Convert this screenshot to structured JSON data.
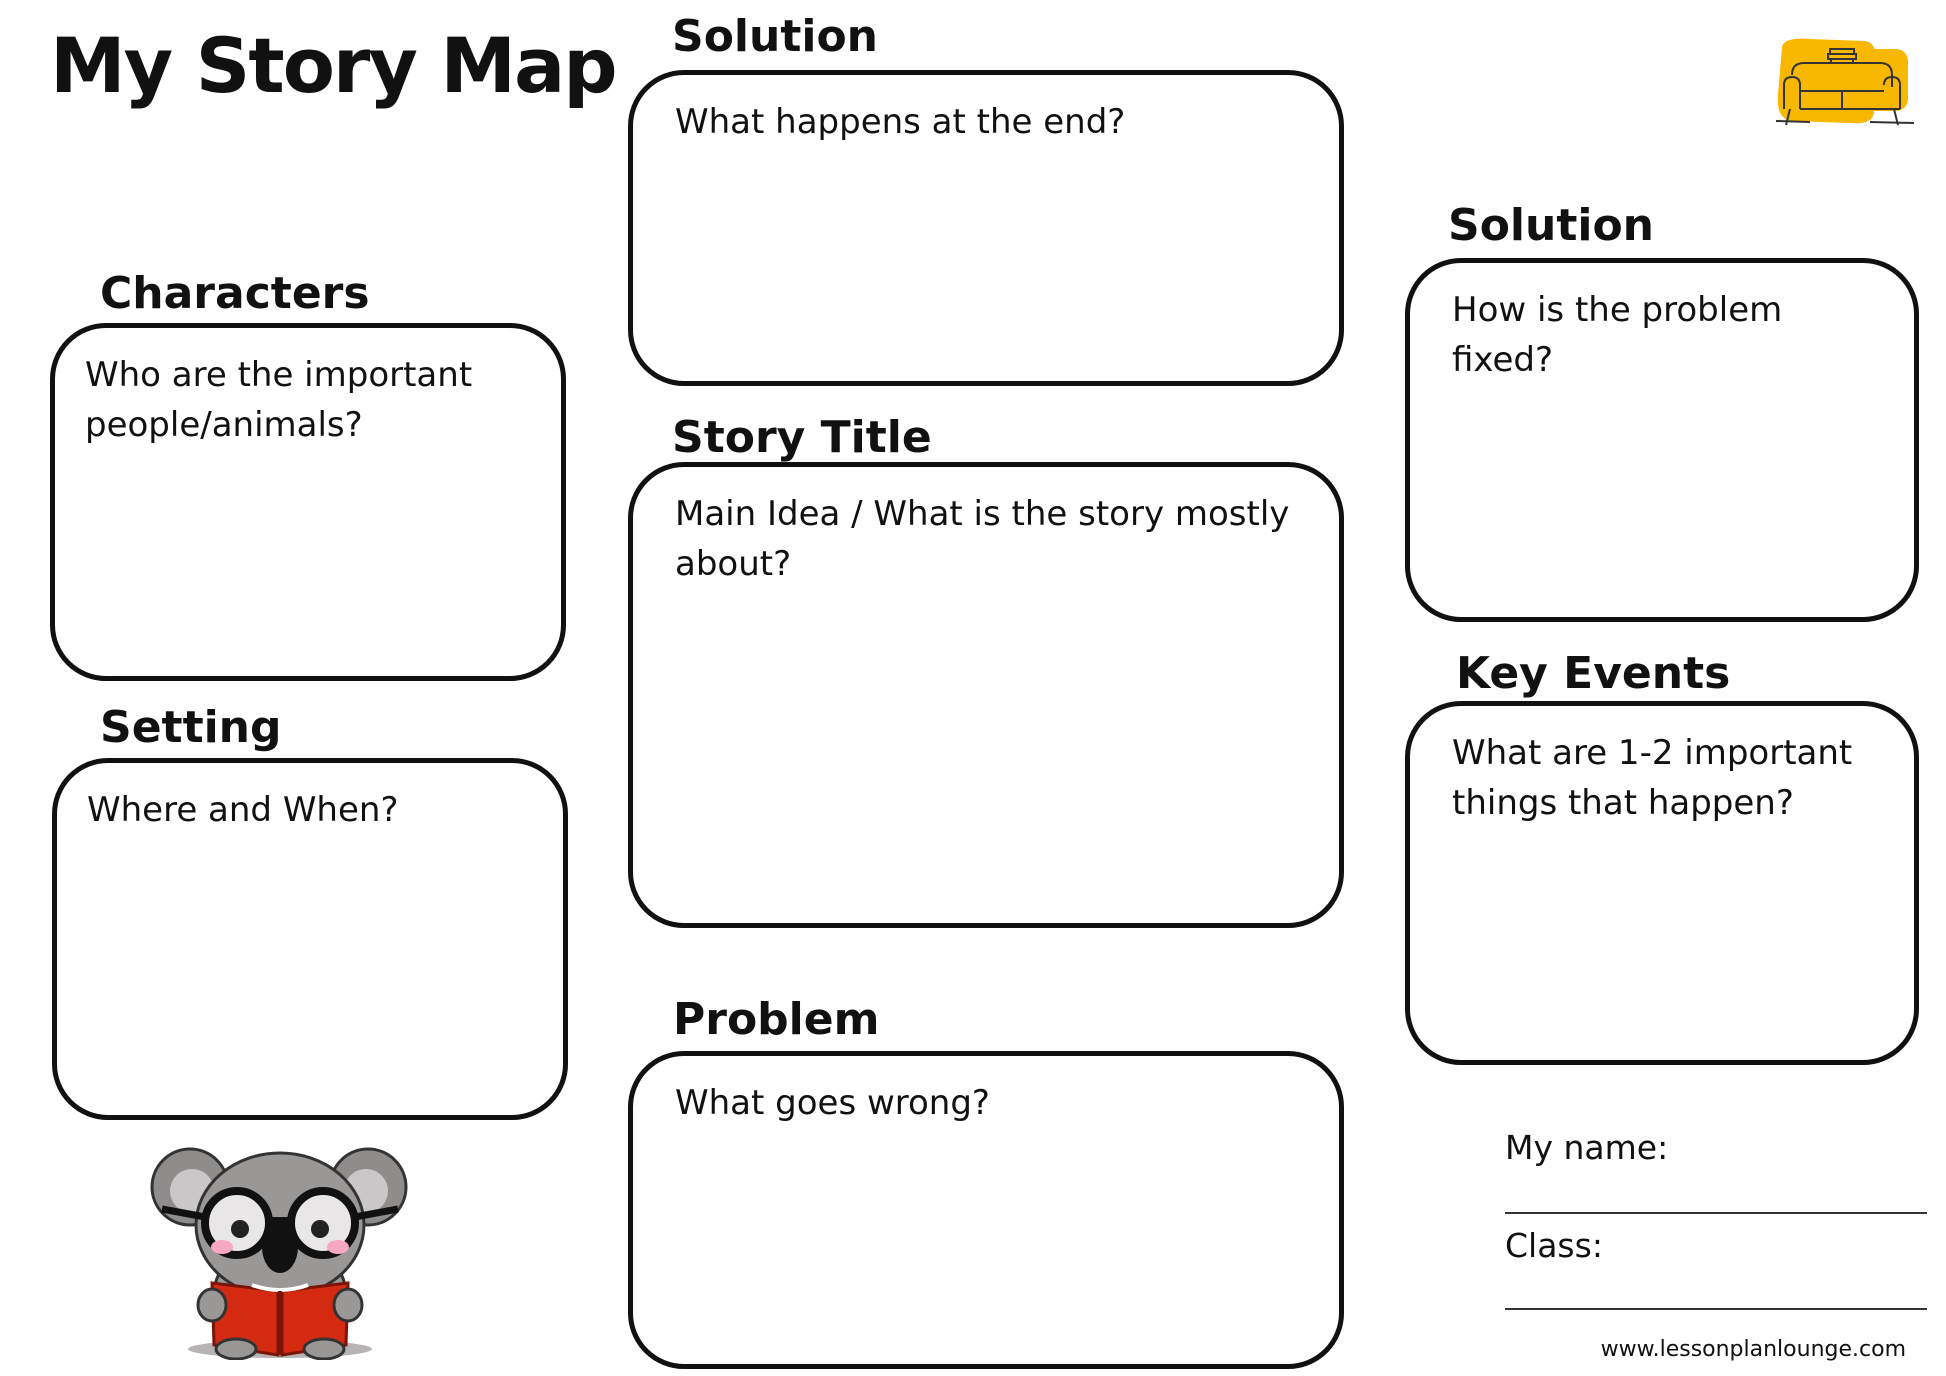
{
  "title": "My Story Map",
  "sections": {
    "characters": {
      "heading": "Characters",
      "prompt": "Who are the important people/animals?"
    },
    "setting": {
      "heading": "Setting",
      "prompt": "Where and When?"
    },
    "solution_top": {
      "heading": "Solution",
      "prompt": "What happens at the end?"
    },
    "story_title": {
      "heading": "Story Title",
      "prompt": "Main Idea / What is the story mostly about?"
    },
    "problem": {
      "heading": "Problem",
      "prompt": "What goes wrong?"
    },
    "solution_right": {
      "heading": "Solution",
      "prompt": "How is the problem fixed?"
    },
    "key_events": {
      "heading": "Key Events",
      "prompt": "What are 1-2 important things that happen?"
    }
  },
  "student": {
    "name_label": "My name:",
    "class_label": "Class:"
  },
  "footer": {
    "website": "www.lessonplanlounge.com"
  },
  "logo": {
    "icon": "armchair-with-books-icon",
    "accent_color": "#F9B800"
  },
  "mascot": {
    "icon": "koala-reading-book-icon",
    "book_color": "#D42A12",
    "fur_color": "#9A9797"
  }
}
